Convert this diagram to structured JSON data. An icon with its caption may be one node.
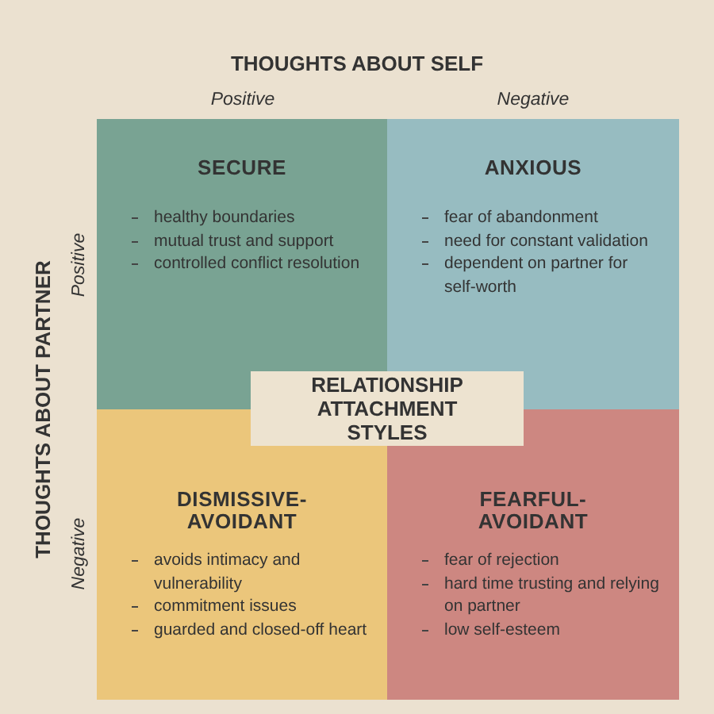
{
  "diagram": {
    "nodes": [
      {
        "text": [
          "SECURE",
          "healthy boundaries",
          "mutual trust and support",
          "controlled conflict resolution"
        ]
      },
      {
        "text": [
          "ANXIOUS",
          "fear of abandonment",
          "need for constant validation",
          "dependent on partner for self-worth"
        ]
      },
      {
        "text": [
          "DISMISSIVE-AVOIDANT",
          "avoids intimacy and vulnerability",
          "commitment issues",
          "guarded and closed-off heart"
        ]
      },
      {
        "text": [
          "FEARFUL-AVOIDANT",
          "fear of rejection",
          "hard time trusting and relying on partner",
          "low self-esteem"
        ]
      },
      {
        "text": [
          "RELATIONSHIP ATTACHMENT STYLES"
        ]
      }
    ],
    "edges": [],
    "labels": [
      "THOUGHTS ABOUT SELF",
      "Positive",
      "Negative",
      "THOUGHTS ABOUT PARTNER",
      "Positive",
      "Negative"
    ]
  }
}
